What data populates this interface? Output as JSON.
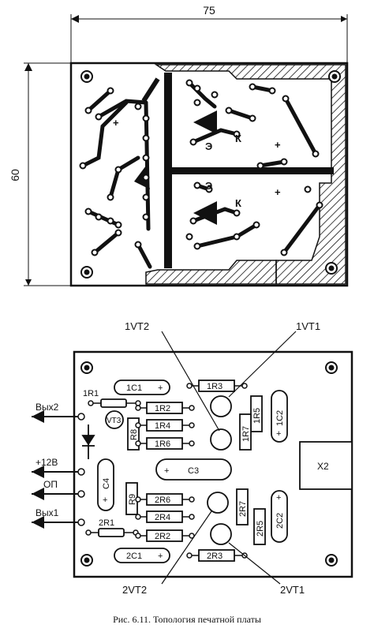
{
  "figure": {
    "caption": "Рис. 6.11. Топология печатной платы",
    "top_view": {
      "dim_width": "75",
      "dim_height": "60",
      "marks": {
        "k_upper": "К",
        "e_upper": "Э",
        "plus_upper": "+",
        "plus_left": "+",
        "e_lower": "Э",
        "k_lower": "К",
        "plus_lower": "+"
      }
    },
    "bottom_view": {
      "callouts": {
        "vt1_top": "1VT2",
        "vt2_top": "1VT1",
        "vt1_bottom": "2VT2",
        "vt2_bottom": "2VT1"
      },
      "connectors": {
        "out2": "Вых2",
        "plus12": "+12В",
        "op": "ОП",
        "out1": "Вых1"
      },
      "components": {
        "r1_1": "1R1",
        "c1_1": "1C1",
        "r3_1": "1R3",
        "r2_1": "1R2",
        "r4_1": "1R4",
        "r6_1": "1R6",
        "r5_1": "1R5",
        "c2_1": "1C2",
        "r7_1": "1R7",
        "vt3": "VT3",
        "r8": "R8",
        "c4": "C4",
        "c3": "C3",
        "r9": "R9",
        "x2": "X2",
        "r6_2": "2R6",
        "r4_2": "2R4",
        "r2_2": "2R2",
        "r1_2": "2R1",
        "c1_2": "2C1",
        "r3_2": "2R3",
        "r7_2": "2R7",
        "r5_2": "2R5",
        "c2_2": "2C2",
        "plus_c1_1": "+",
        "plus_c2_1": "+",
        "plus_c3": "+",
        "plus_c4": "+",
        "plus_c1_2": "+",
        "plus_c2_2": "+"
      }
    }
  }
}
